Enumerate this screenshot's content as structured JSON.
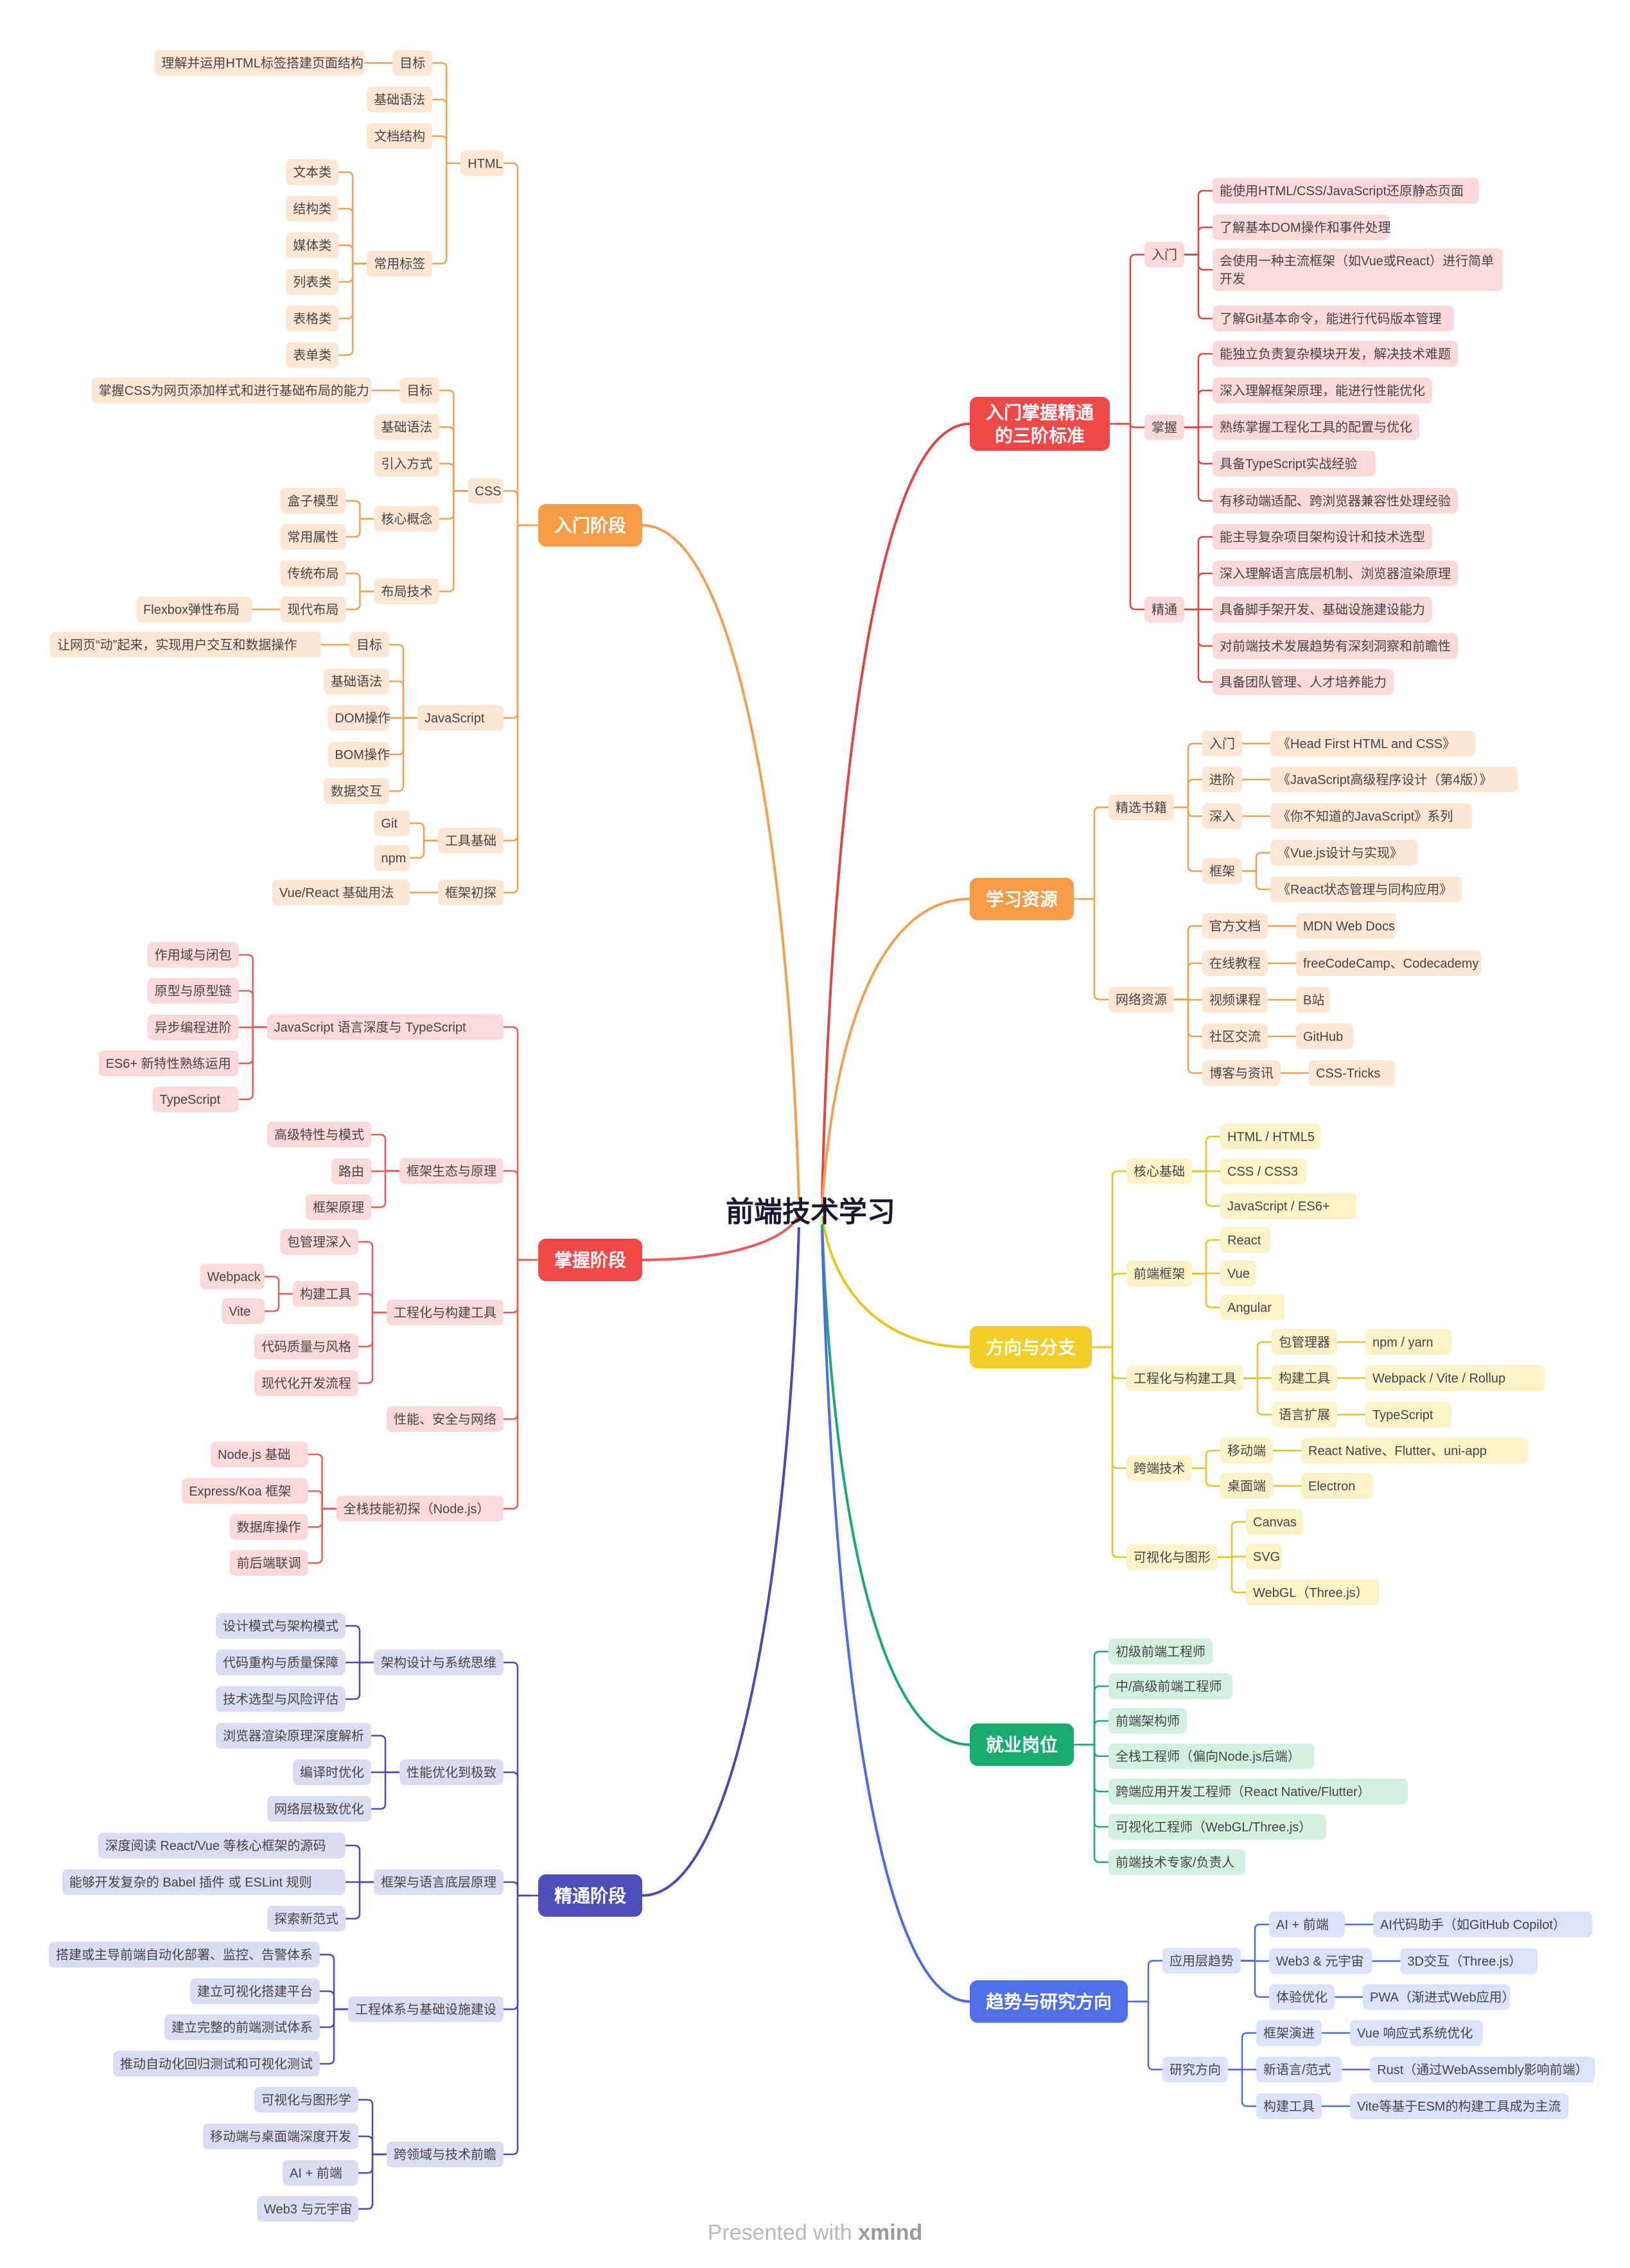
{
  "title": "前端技术学习",
  "footer": {
    "prefix": "Presented with ",
    "brand": "xmind"
  },
  "colors": {
    "entry": {
      "stroke": "#f0a050",
      "fill": "#fde6d4",
      "main": "#f59a45"
    },
    "master": {
      "stroke": "#ea5a5a",
      "fill": "#fbd9d9",
      "main": "#f04848"
    },
    "expert": {
      "stroke": "#4a4ab5",
      "fill": "#dcdcf2",
      "main": "#4e4ebb"
    },
    "standard": {
      "stroke": "#e04545",
      "fill": "#fbd9d9",
      "main": "#f04848"
    },
    "resources": {
      "stroke": "#f0a050",
      "fill": "#fde6d4",
      "main": "#f59a45"
    },
    "direction": {
      "stroke": "#e7c420",
      "fill": "#fbf2c8",
      "main": "#f3cd2a"
    },
    "jobs": {
      "stroke": "#1aaa70",
      "fill": "#d3f1e3",
      "main": "#17ac6e"
    },
    "trends": {
      "stroke": "#4a6ae6",
      "fill": "#dbe2fb",
      "main": "#4f6fe8"
    }
  },
  "branches": [
    {
      "label": "入门阶段",
      "theme": "entry",
      "children": [
        {
          "label": "HTML",
          "children": [
            {
              "label": "目标",
              "children": [
                {
                  "label": "理解并运用HTML标签搭建页面结构"
                }
              ]
            },
            {
              "label": "基础语法"
            },
            {
              "label": "文档结构"
            },
            {
              "label": "常用标签",
              "children": [
                {
                  "label": "文本类"
                },
                {
                  "label": "结构类"
                },
                {
                  "label": "媒体类"
                },
                {
                  "label": "列表类"
                },
                {
                  "label": "表格类"
                },
                {
                  "label": "表单类"
                }
              ]
            }
          ]
        },
        {
          "label": "CSS",
          "children": [
            {
              "label": "目标",
              "children": [
                {
                  "label": "掌握CSS为网页添加样式和进行基础布局的能力"
                }
              ]
            },
            {
              "label": "基础语法"
            },
            {
              "label": "引入方式"
            },
            {
              "label": "核心概念",
              "children": [
                {
                  "label": "盒子模型"
                },
                {
                  "label": "常用属性"
                }
              ]
            },
            {
              "label": "布局技术",
              "children": [
                {
                  "label": "传统布局"
                },
                {
                  "label": "现代布局",
                  "children": [
                    {
                      "label": "Flexbox弹性布局"
                    }
                  ]
                }
              ]
            }
          ]
        },
        {
          "label": "JavaScript",
          "children": [
            {
              "label": "目标",
              "children": [
                {
                  "label": "让网页“动”起来，实现用户交互和数据操作"
                }
              ]
            },
            {
              "label": "基础语法"
            },
            {
              "label": "DOM操作"
            },
            {
              "label": "BOM操作"
            },
            {
              "label": "数据交互"
            }
          ]
        },
        {
          "label": "工具基础",
          "children": [
            {
              "label": "Git"
            },
            {
              "label": "npm"
            }
          ]
        },
        {
          "label": "框架初探",
          "children": [
            {
              "label": "Vue/React 基础用法"
            }
          ]
        }
      ]
    },
    {
      "label": "掌握阶段",
      "theme": "master",
      "children": [
        {
          "label": "JavaScript 语言深度与 TypeScript",
          "children": [
            {
              "label": "作用域与闭包"
            },
            {
              "label": "原型与原型链"
            },
            {
              "label": "异步编程进阶"
            },
            {
              "label": "ES6+ 新特性熟练运用"
            },
            {
              "label": "TypeScript"
            }
          ]
        },
        {
          "label": "框架生态与原理",
          "children": [
            {
              "label": "高级特性与模式"
            },
            {
              "label": "路由"
            },
            {
              "label": "框架原理"
            }
          ]
        },
        {
          "label": "工程化与构建工具",
          "children": [
            {
              "label": "包管理深入"
            },
            {
              "label": "构建工具",
              "children": [
                {
                  "label": "Webpack"
                },
                {
                  "label": "Vite"
                }
              ]
            },
            {
              "label": "代码质量与风格"
            },
            {
              "label": "现代化开发流程"
            }
          ]
        },
        {
          "label": "性能、安全与网络"
        },
        {
          "label": "全栈技能初探（Node.js）",
          "children": [
            {
              "label": "Node.js 基础"
            },
            {
              "label": "Express/Koa 框架"
            },
            {
              "label": "数据库操作"
            },
            {
              "label": "前后端联调"
            }
          ]
        }
      ]
    },
    {
      "label": "精通阶段",
      "theme": "expert",
      "children": [
        {
          "label": "架构设计与系统思维",
          "children": [
            {
              "label": "设计模式与架构模式"
            },
            {
              "label": "代码重构与质量保障"
            },
            {
              "label": "技术选型与风险评估"
            }
          ]
        },
        {
          "label": "性能优化到极致",
          "children": [
            {
              "label": "浏览器渲染原理深度解析"
            },
            {
              "label": "编译时优化"
            },
            {
              "label": "网络层极致优化"
            }
          ]
        },
        {
          "label": "框架与语言底层原理",
          "children": [
            {
              "label": "深度阅读 React/Vue 等核心框架的源码"
            },
            {
              "label": "能够开发复杂的 Babel 插件 或 ESLint 规则"
            },
            {
              "label": "探索新范式"
            }
          ]
        },
        {
          "label": "工程体系与基础设施建设",
          "children": [
            {
              "label": "搭建或主导前端自动化部署、监控、告警体系"
            },
            {
              "label": "建立可视化搭建平台"
            },
            {
              "label": "建立完整的前端测试体系"
            },
            {
              "label": "推动自动化回归测试和可视化测试"
            }
          ]
        },
        {
          "label": "跨领域与技术前瞻",
          "children": [
            {
              "label": "可视化与图形学"
            },
            {
              "label": "移动端与桌面端深度开发"
            },
            {
              "label": "AI + 前端"
            },
            {
              "label": "Web3 与元宇宙"
            }
          ]
        }
      ]
    },
    {
      "label": "入门掌握精通的三阶标准",
      "label_lines": [
        "入门掌握精通",
        "的三阶标准"
      ],
      "theme": "standard",
      "children": [
        {
          "label": "入门",
          "children": [
            {
              "label": "能使用HTML/CSS/JavaScript还原静态页面"
            },
            {
              "label": "了解基本DOM操作和事件处理"
            },
            {
              "label": "会使用一种主流框架（如Vue或React）进行简单开发",
              "lines": [
                "会使用一种主流框架（如Vue或React）进行简单",
                "开发"
              ]
            },
            {
              "label": "了解Git基本命令，能进行代码版本管理"
            }
          ]
        },
        {
          "label": "掌握",
          "children": [
            {
              "label": "能独立负责复杂模块开发，解决技术难题"
            },
            {
              "label": "深入理解框架原理，能进行性能优化"
            },
            {
              "label": "熟练掌握工程化工具的配置与优化"
            },
            {
              "label": "具备TypeScript实战经验"
            },
            {
              "label": "有移动端适配、跨浏览器兼容性处理经验"
            }
          ]
        },
        {
          "label": "精通",
          "children": [
            {
              "label": "能主导复杂项目架构设计和技术选型"
            },
            {
              "label": "深入理解语言底层机制、浏览器渲染原理"
            },
            {
              "label": "具备脚手架开发、基础设施建设能力"
            },
            {
              "label": "对前端技术发展趋势有深刻洞察和前瞻性"
            },
            {
              "label": "具备团队管理、人才培养能力"
            }
          ]
        }
      ]
    },
    {
      "label": "学习资源",
      "theme": "resources",
      "children": [
        {
          "label": "精选书籍",
          "children": [
            {
              "label": "入门",
              "children": [
                {
                  "label": "《Head First HTML and CSS》"
                }
              ]
            },
            {
              "label": "进阶",
              "children": [
                {
                  "label": "《JavaScript高级程序设计（第4版）》"
                }
              ]
            },
            {
              "label": "深入",
              "children": [
                {
                  "label": "《你不知道的JavaScript》系列"
                }
              ]
            },
            {
              "label": "框架",
              "children": [
                {
                  "label": "《Vue.js设计与实现》"
                },
                {
                  "label": "《React状态管理与同构应用》"
                }
              ]
            }
          ]
        },
        {
          "label": "网络资源",
          "children": [
            {
              "label": "官方文档",
              "children": [
                {
                  "label": "MDN Web Docs"
                }
              ]
            },
            {
              "label": "在线教程",
              "children": [
                {
                  "label": "freeCodeCamp、Codecademy"
                }
              ]
            },
            {
              "label": "视频课程",
              "children": [
                {
                  "label": "B站"
                }
              ]
            },
            {
              "label": "社区交流",
              "children": [
                {
                  "label": "GitHub"
                }
              ]
            },
            {
              "label": "博客与资讯",
              "children": [
                {
                  "label": "CSS-Tricks"
                }
              ]
            }
          ]
        }
      ]
    },
    {
      "label": "方向与分支",
      "theme": "direction",
      "children": [
        {
          "label": "核心基础",
          "children": [
            {
              "label": "HTML / HTML5"
            },
            {
              "label": "CSS / CSS3"
            },
            {
              "label": "JavaScript / ES6+"
            }
          ]
        },
        {
          "label": "前端框架",
          "children": [
            {
              "label": "React"
            },
            {
              "label": "Vue"
            },
            {
              "label": "Angular"
            }
          ]
        },
        {
          "label": "工程化与构建工具",
          "children": [
            {
              "label": "包管理器",
              "children": [
                {
                  "label": "npm / yarn"
                }
              ]
            },
            {
              "label": "构建工具",
              "children": [
                {
                  "label": "Webpack / Vite / Rollup"
                }
              ]
            },
            {
              "label": "语言扩展",
              "children": [
                {
                  "label": "TypeScript"
                }
              ]
            }
          ]
        },
        {
          "label": "跨端技术",
          "children": [
            {
              "label": "移动端",
              "children": [
                {
                  "label": "React Native、Flutter、uni-app"
                }
              ]
            },
            {
              "label": "桌面端",
              "children": [
                {
                  "label": "Electron"
                }
              ]
            }
          ]
        },
        {
          "label": "可视化与图形",
          "children": [
            {
              "label": "Canvas"
            },
            {
              "label": "SVG"
            },
            {
              "label": "WebGL（Three.js）"
            }
          ]
        }
      ]
    },
    {
      "label": "就业岗位",
      "theme": "jobs",
      "children": [
        {
          "label": "初级前端工程师"
        },
        {
          "label": "中/高级前端工程师"
        },
        {
          "label": "前端架构师"
        },
        {
          "label": "全栈工程师（偏向Node.js后端）"
        },
        {
          "label": "跨端应用开发工程师（React Native/Flutter）"
        },
        {
          "label": "可视化工程师（WebGL/Three.js）"
        },
        {
          "label": "前端技术专家/负责人"
        }
      ]
    },
    {
      "label": "趋势与研究方向",
      "theme": "trends",
      "children": [
        {
          "label": "应用层趋势",
          "children": [
            {
              "label": "AI + 前端",
              "children": [
                {
                  "label": "AI代码助手（如GitHub Copilot）"
                }
              ]
            },
            {
              "label": "Web3 & 元宇宙",
              "children": [
                {
                  "label": "3D交互（Three.js）"
                }
              ]
            },
            {
              "label": "体验优化",
              "children": [
                {
                  "label": "PWA（渐进式Web应用）"
                }
              ]
            }
          ]
        },
        {
          "label": "研究方向",
          "children": [
            {
              "label": "框架演进",
              "children": [
                {
                  "label": "Vue 响应式系统优化"
                }
              ]
            },
            {
              "label": "新语言/范式",
              "children": [
                {
                  "label": "Rust（通过WebAssembly影响前端）"
                }
              ]
            },
            {
              "label": "构建工具",
              "children": [
                {
                  "label": "Vite等基于ESM的构建工具成为主流"
                }
              ]
            }
          ]
        }
      ]
    }
  ]
}
